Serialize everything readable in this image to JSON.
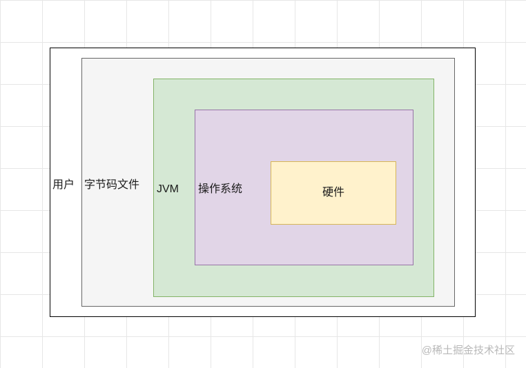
{
  "diagram": {
    "layers": {
      "user": {
        "label": "用户",
        "fill": "#ffffff",
        "stroke": "#000000"
      },
      "bytecode": {
        "label": "字节码文件",
        "fill": "#f5f5f5",
        "stroke": "#666666"
      },
      "jvm": {
        "label": "JVM",
        "fill": "#d5e8d4",
        "stroke": "#82b366"
      },
      "os": {
        "label": "操作系统",
        "fill": "#e1d5e7",
        "stroke": "#9673a6"
      },
      "hardware": {
        "label": "硬件",
        "fill": "#fff2cc",
        "stroke": "#d6b656"
      }
    }
  },
  "watermark": {
    "text": "@稀土掘金技术社区"
  }
}
